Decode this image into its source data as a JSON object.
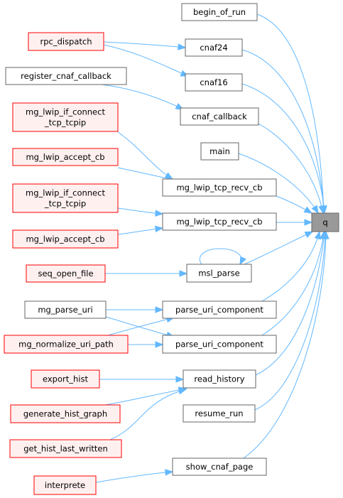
{
  "colors": {
    "edge": "#63b8ff",
    "node_fill": "#ffffff",
    "node_border": "#666666",
    "truncated_fill": "#fff0f0",
    "truncated_border": "#ff0000",
    "focus_fill": "#999999",
    "focus_border": "#666666"
  },
  "nodes": [
    {
      "id": "q",
      "lines": [
        "q"
      ],
      "style": "focus"
    },
    {
      "id": "begin_of_run",
      "lines": [
        "begin_of_run"
      ],
      "style": "normal"
    },
    {
      "id": "cnaf24",
      "lines": [
        "cnaf24"
      ],
      "style": "normal"
    },
    {
      "id": "cnaf16",
      "lines": [
        "cnaf16"
      ],
      "style": "normal"
    },
    {
      "id": "cnaf_callback",
      "lines": [
        "cnaf_callback"
      ],
      "style": "normal"
    },
    {
      "id": "main",
      "lines": [
        "main"
      ],
      "style": "normal"
    },
    {
      "id": "mg_lwip_tcp_recv_cb_1",
      "lines": [
        "mg_lwip_tcp_recv_cb"
      ],
      "style": "normal"
    },
    {
      "id": "mg_lwip_tcp_recv_cb_2",
      "lines": [
        "mg_lwip_tcp_recv_cb"
      ],
      "style": "normal"
    },
    {
      "id": "msl_parse",
      "lines": [
        "msl_parse"
      ],
      "style": "normal"
    },
    {
      "id": "parse_uri_component_1",
      "lines": [
        "parse_uri_component"
      ],
      "style": "normal"
    },
    {
      "id": "parse_uri_component_2",
      "lines": [
        "parse_uri_component"
      ],
      "style": "normal"
    },
    {
      "id": "read_history",
      "lines": [
        "read_history"
      ],
      "style": "normal"
    },
    {
      "id": "resume_run",
      "lines": [
        "resume_run"
      ],
      "style": "normal"
    },
    {
      "id": "show_cnaf_page",
      "lines": [
        "show_cnaf_page"
      ],
      "style": "normal"
    },
    {
      "id": "rpc_dispatch",
      "lines": [
        "rpc_dispatch"
      ],
      "style": "truncated"
    },
    {
      "id": "register_cnaf_callback",
      "lines": [
        "register_cnaf_callback"
      ],
      "style": "normal"
    },
    {
      "id": "mg_lwip_if_connect_tcp_tcpip_1",
      "lines": [
        "mg_lwip_if_connect",
        "_tcp_tcpip"
      ],
      "style": "truncated"
    },
    {
      "id": "mg_lwip_accept_cb_1",
      "lines": [
        "mg_lwip_accept_cb"
      ],
      "style": "truncated"
    },
    {
      "id": "mg_lwip_if_connect_tcp_tcpip_2",
      "lines": [
        "mg_lwip_if_connect",
        "_tcp_tcpip"
      ],
      "style": "truncated"
    },
    {
      "id": "mg_lwip_accept_cb_2",
      "lines": [
        "mg_lwip_accept_cb"
      ],
      "style": "truncated"
    },
    {
      "id": "seq_open_file",
      "lines": [
        "seq_open_file"
      ],
      "style": "truncated"
    },
    {
      "id": "mg_parse_uri",
      "lines": [
        "mg_parse_uri"
      ],
      "style": "normal"
    },
    {
      "id": "mg_normalize_uri_path",
      "lines": [
        "mg_normalize_uri_path"
      ],
      "style": "truncated"
    },
    {
      "id": "export_hist",
      "lines": [
        "export_hist"
      ],
      "style": "truncated"
    },
    {
      "id": "generate_hist_graph",
      "lines": [
        "generate_hist_graph"
      ],
      "style": "truncated"
    },
    {
      "id": "get_hist_last_written",
      "lines": [
        "get_hist_last_written"
      ],
      "style": "truncated"
    },
    {
      "id": "interprete",
      "lines": [
        "interprete"
      ],
      "style": "truncated"
    }
  ],
  "edges": [
    {
      "from": "begin_of_run",
      "to": "q"
    },
    {
      "from": "cnaf24",
      "to": "q"
    },
    {
      "from": "cnaf16",
      "to": "q"
    },
    {
      "from": "cnaf_callback",
      "to": "q"
    },
    {
      "from": "main",
      "to": "q"
    },
    {
      "from": "mg_lwip_tcp_recv_cb_1",
      "to": "q"
    },
    {
      "from": "mg_lwip_tcp_recv_cb_2",
      "to": "q"
    },
    {
      "from": "msl_parse",
      "to": "q"
    },
    {
      "from": "parse_uri_component_1",
      "to": "q"
    },
    {
      "from": "parse_uri_component_2",
      "to": "q"
    },
    {
      "from": "read_history",
      "to": "q"
    },
    {
      "from": "resume_run",
      "to": "q"
    },
    {
      "from": "show_cnaf_page",
      "to": "q"
    },
    {
      "from": "rpc_dispatch",
      "to": "cnaf24"
    },
    {
      "from": "rpc_dispatch",
      "to": "cnaf16"
    },
    {
      "from": "register_cnaf_callback",
      "to": "cnaf_callback"
    },
    {
      "from": "mg_lwip_if_connect_tcp_tcpip_1",
      "to": "mg_lwip_tcp_recv_cb_1"
    },
    {
      "from": "mg_lwip_accept_cb_1",
      "to": "mg_lwip_tcp_recv_cb_1"
    },
    {
      "from": "mg_lwip_if_connect_tcp_tcpip_2",
      "to": "mg_lwip_tcp_recv_cb_2"
    },
    {
      "from": "mg_lwip_accept_cb_2",
      "to": "mg_lwip_tcp_recv_cb_2"
    },
    {
      "from": "msl_parse",
      "to": "msl_parse"
    },
    {
      "from": "seq_open_file",
      "to": "msl_parse"
    },
    {
      "from": "mg_parse_uri",
      "to": "parse_uri_component_1"
    },
    {
      "from": "mg_parse_uri",
      "to": "parse_uri_component_2"
    },
    {
      "from": "mg_normalize_uri_path",
      "to": "parse_uri_component_1"
    },
    {
      "from": "mg_normalize_uri_path",
      "to": "parse_uri_component_2"
    },
    {
      "from": "export_hist",
      "to": "read_history"
    },
    {
      "from": "generate_hist_graph",
      "to": "read_history"
    },
    {
      "from": "get_hist_last_written",
      "to": "read_history"
    },
    {
      "from": "interprete",
      "to": "show_cnaf_page"
    }
  ]
}
